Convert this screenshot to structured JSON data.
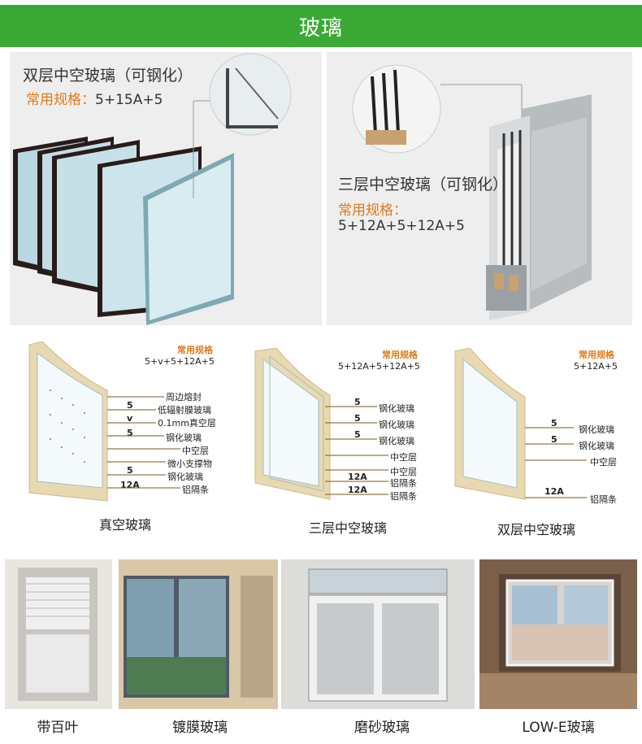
{
  "header": {
    "title": "玻璃"
  },
  "panel_double": {
    "title": "双层中空玻璃（可钢化）",
    "spec_label": "常用规格：",
    "spec_value": "5+15A+5"
  },
  "panel_triple": {
    "title": "三层中空玻璃（可钢化）",
    "spec_label": "常用规格：",
    "spec_value": "5+12A+5+12A+5"
  },
  "diagrams": {
    "vacuum": {
      "spec_label": "常用规格",
      "spec_value": "5+v+5+12A+5",
      "name": "真空玻璃",
      "layers": [
        {
          "num": "",
          "label": "周边熔封"
        },
        {
          "num": "5",
          "label": "低辐射膜玻璃"
        },
        {
          "num": "v",
          "label": "0.1mm真空层"
        },
        {
          "num": "5",
          "label": "钢化玻璃"
        },
        {
          "num": "",
          "label": "中空层"
        },
        {
          "num": "",
          "label": "微小支撑物"
        },
        {
          "num": "5",
          "label": "钢化玻璃"
        },
        {
          "num": "12A",
          "label": "铝隔条"
        }
      ]
    },
    "triple": {
      "spec_label": "常用规格",
      "spec_value": "5+12A+5+12A+5",
      "name": "三层中空玻璃",
      "layers": [
        {
          "num": "5",
          "label": "钢化玻璃"
        },
        {
          "num": "5",
          "label": "钢化玻璃"
        },
        {
          "num": "5",
          "label": "钢化玻璃"
        },
        {
          "num": "",
          "label": "中空层"
        },
        {
          "num": "",
          "label": "中空层"
        },
        {
          "num": "12A",
          "label": "铝隔条"
        },
        {
          "num": "12A",
          "label": "铝隔条"
        }
      ]
    },
    "double": {
      "spec_label": "常用规格",
      "spec_value": "5+12A+5",
      "name": "双层中空玻璃",
      "layers": [
        {
          "num": "5",
          "label": "钢化玻璃"
        },
        {
          "num": "5",
          "label": "钢化玻璃"
        },
        {
          "num": "",
          "label": "中空层"
        },
        {
          "num": "12A",
          "label": "铝隔条"
        }
      ]
    }
  },
  "photos": [
    {
      "caption": "带百叶"
    },
    {
      "caption": "镀膜玻璃"
    },
    {
      "caption": "磨砂玻璃"
    },
    {
      "caption": "LOW-E玻璃"
    }
  ],
  "colors": {
    "header": "#3aa935",
    "accent": "#e07b1a",
    "spacer": "#e8d9b0"
  }
}
